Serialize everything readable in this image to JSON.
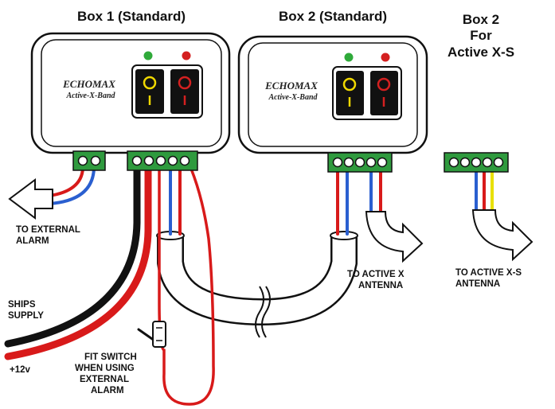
{
  "titles": {
    "box1": "Box 1 (Standard)",
    "box2": "Box 2 (Standard)",
    "box2_xs": [
      "Box 2",
      "For",
      "Active X-S"
    ]
  },
  "brand": {
    "name": "ECHOMAX",
    "model": "Active-X-Band"
  },
  "labels": {
    "external_alarm": [
      "TO EXTERNAL",
      "ALARM"
    ],
    "ships_supply": [
      "SHIPS",
      "SUPPLY"
    ],
    "plus12v": "+12v",
    "fit_switch": [
      "FIT SWITCH",
      "WHEN USING",
      "EXTERNAL",
      "ALARM"
    ],
    "active_x": [
      "TO ACTIVE X",
      "ANTENNA"
    ],
    "active_xs": [
      "TO ACTIVE X-S",
      "ANTENNA"
    ]
  },
  "colors": {
    "led_green": "#2faa3a",
    "led_red": "#d42020",
    "switch_yellow": "#f0d800",
    "switch_red": "#d42020",
    "terminal_green": "#2f9a3e",
    "wire_red": "#d81a1a",
    "wire_blue": "#2a5fd0",
    "wire_black": "#111111",
    "wire_yellow": "#e8e000"
  }
}
